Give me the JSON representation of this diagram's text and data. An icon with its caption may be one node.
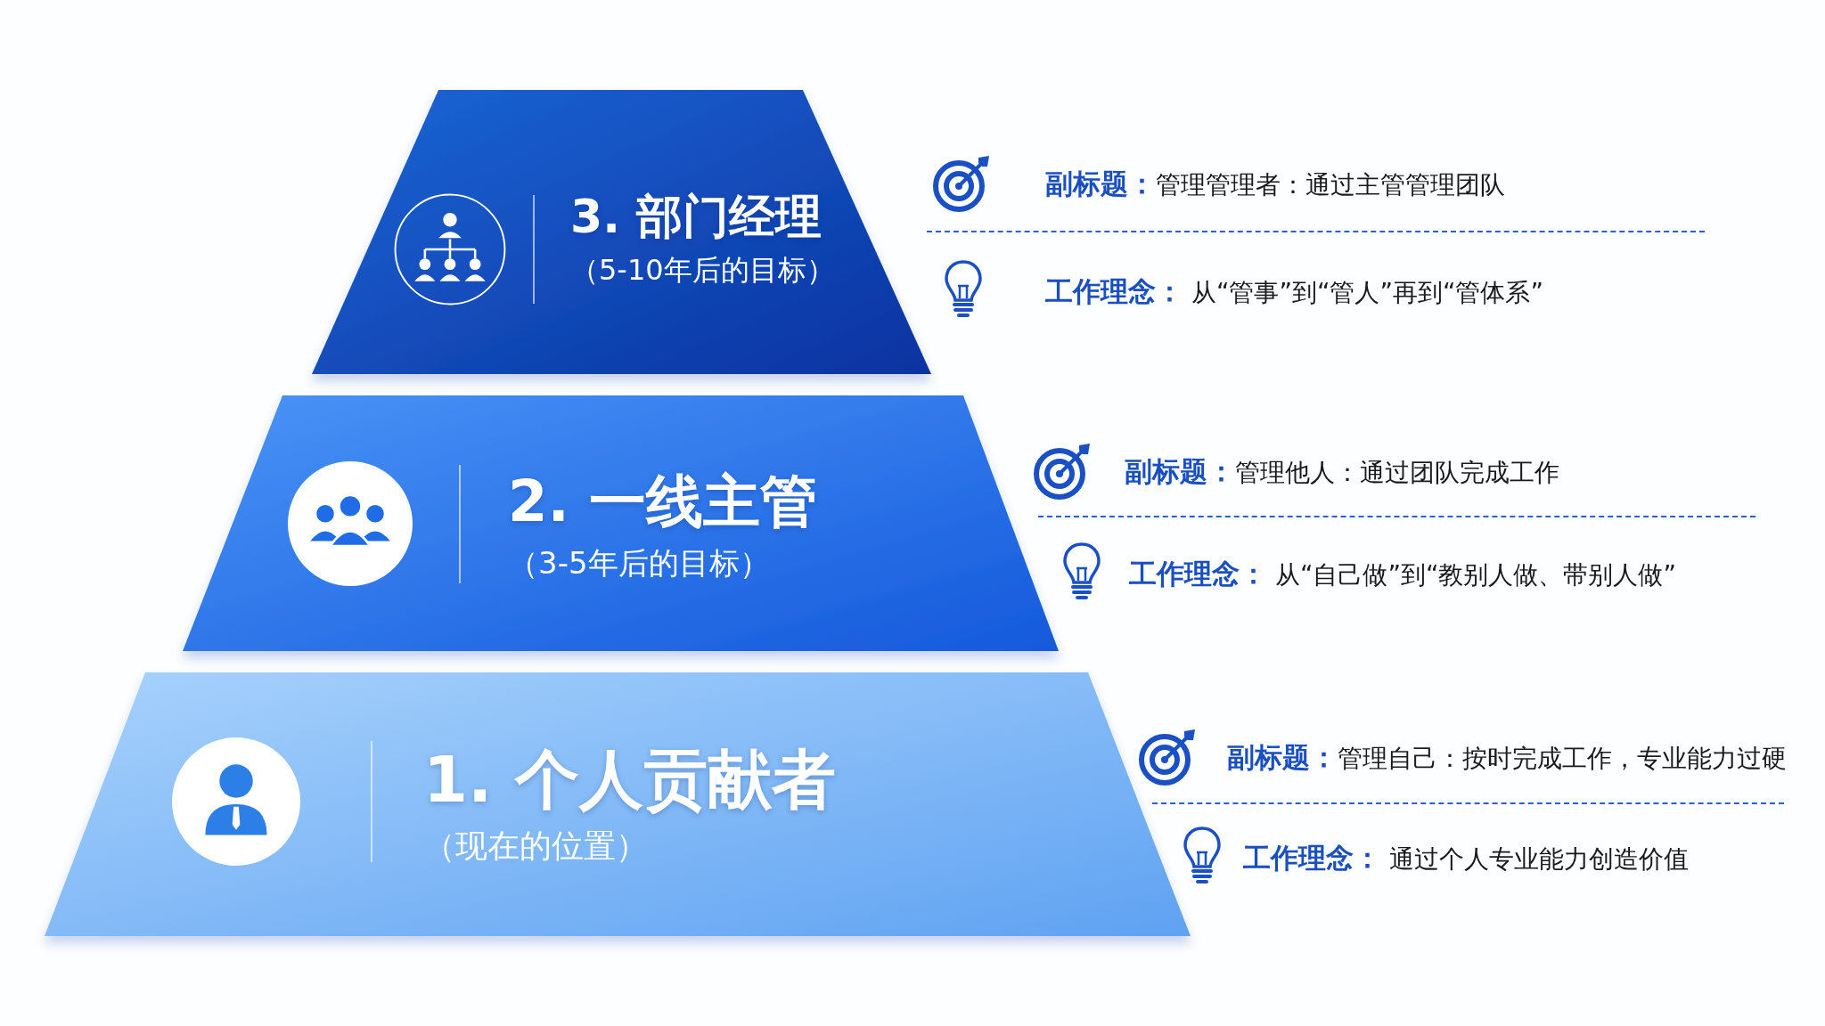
{
  "diagram": {
    "nodes": [
      {
        "text": [
          "3. 部门经理",
          "（5-10年后的目标）"
        ]
      },
      {
        "text": [
          "2. 一线主管",
          "（3-5年后的目标）"
        ]
      },
      {
        "text": [
          "1. 个人贡献者",
          "（现在的位置）"
        ]
      }
    ],
    "labels": [
      "**副标题：**管理管理者：通过主管管理团队",
      "**工作理念：** 从“管事”到“管人”再到“管体系”",
      "**副标题：**管理他人：通过团队完成工作",
      "**工作理念：** 从“自己做”到“教别人做、带别人做”",
      "**副标题：**管理自己：按时完成工作，专业能力过硬",
      "**工作理念：** 通过个人专业能力创造价值"
    ]
  }
}
